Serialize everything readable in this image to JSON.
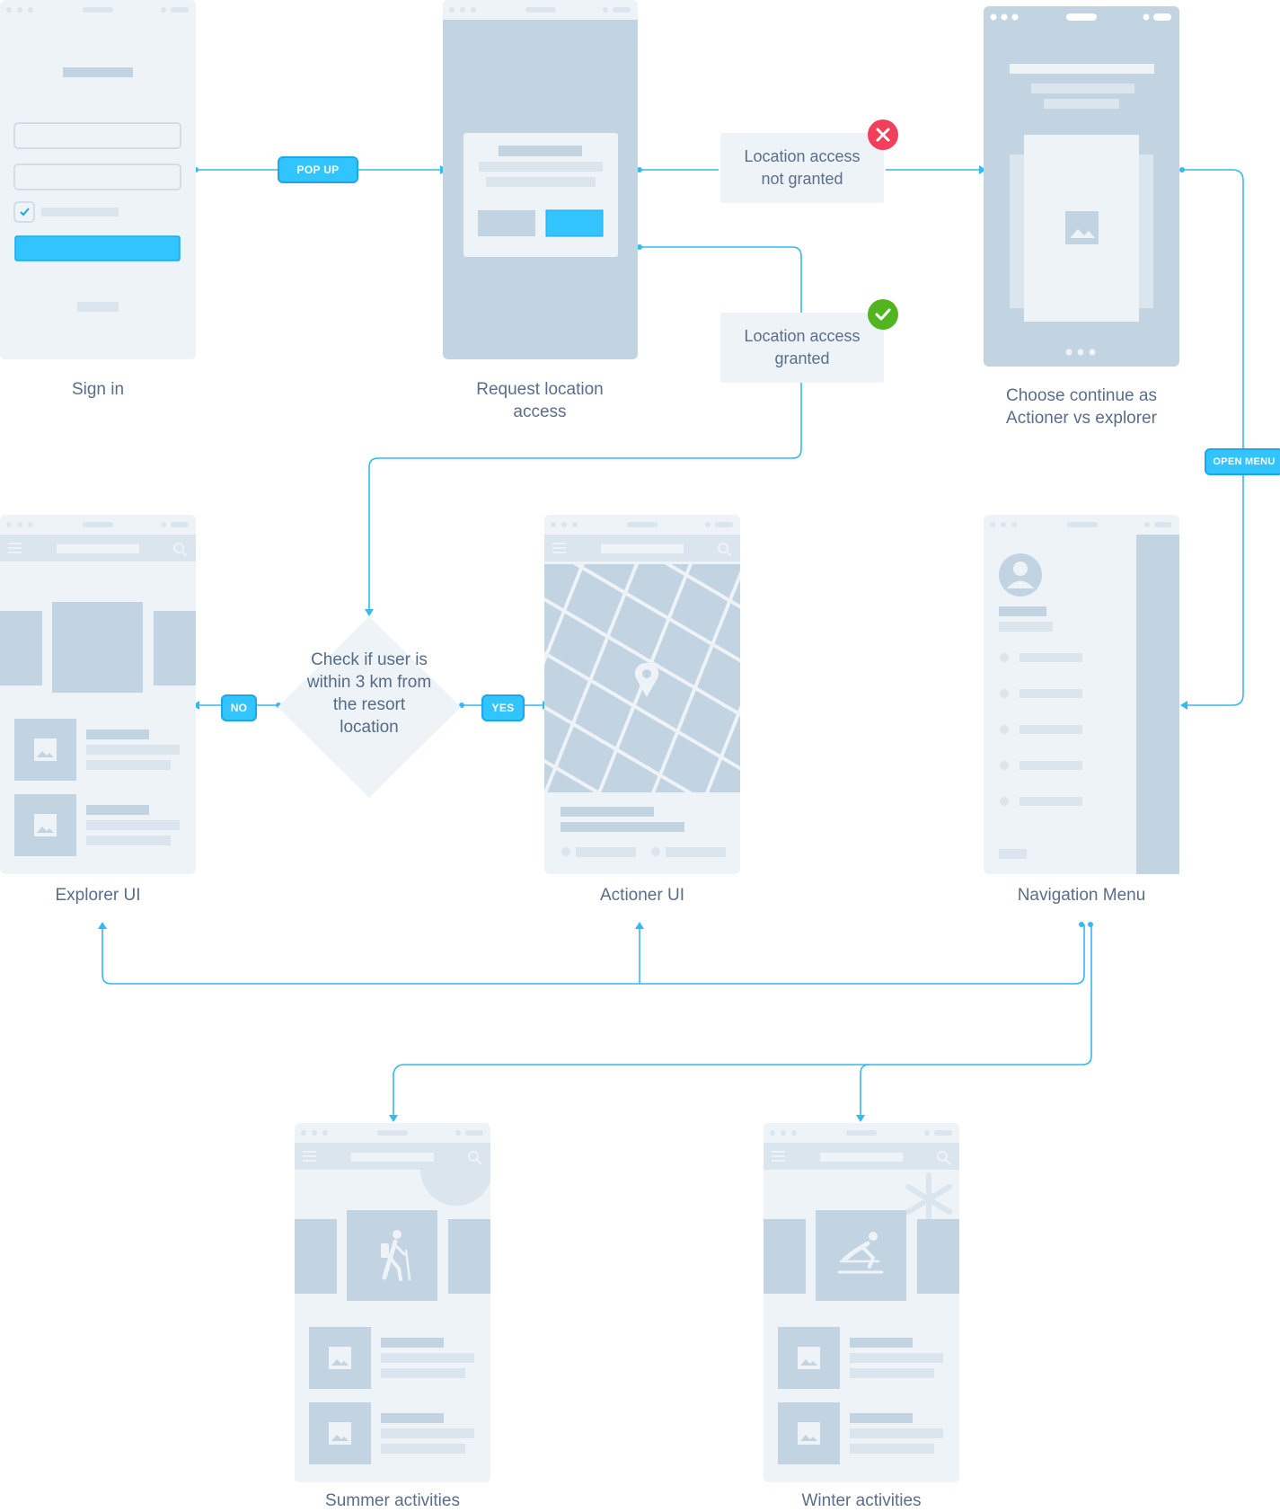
{
  "screens": {
    "sign_in": "Sign in",
    "request_location": "Request location access",
    "choose_continue": "Choose continue as Actioner vs explorer",
    "explorer_ui": "Explorer UI",
    "actioner_ui": "Actioner UI",
    "navigation_menu": "Navigation Menu",
    "summer": "Summer activities",
    "winter": "Winter activities"
  },
  "notes": {
    "not_granted": "Location access not granted",
    "granted": "Location access granted"
  },
  "decision": {
    "text": "Check if user is within 3 km from the resort location"
  },
  "pills": {
    "popup": "POP UP",
    "open_menu": "OPEN MENU",
    "no": "NO",
    "yes": "YES"
  },
  "icons": {
    "not_granted": "close-icon",
    "granted": "check-icon",
    "summer": "hiking-icon",
    "winter": "skiing-icon"
  },
  "colors": {
    "connector": "#36b8f0",
    "accent": "#32c4ff",
    "wire_light": "#eef3f7",
    "wire_mid": "#c2d3e2",
    "error": "#f0405b",
    "success": "#52b41e"
  }
}
